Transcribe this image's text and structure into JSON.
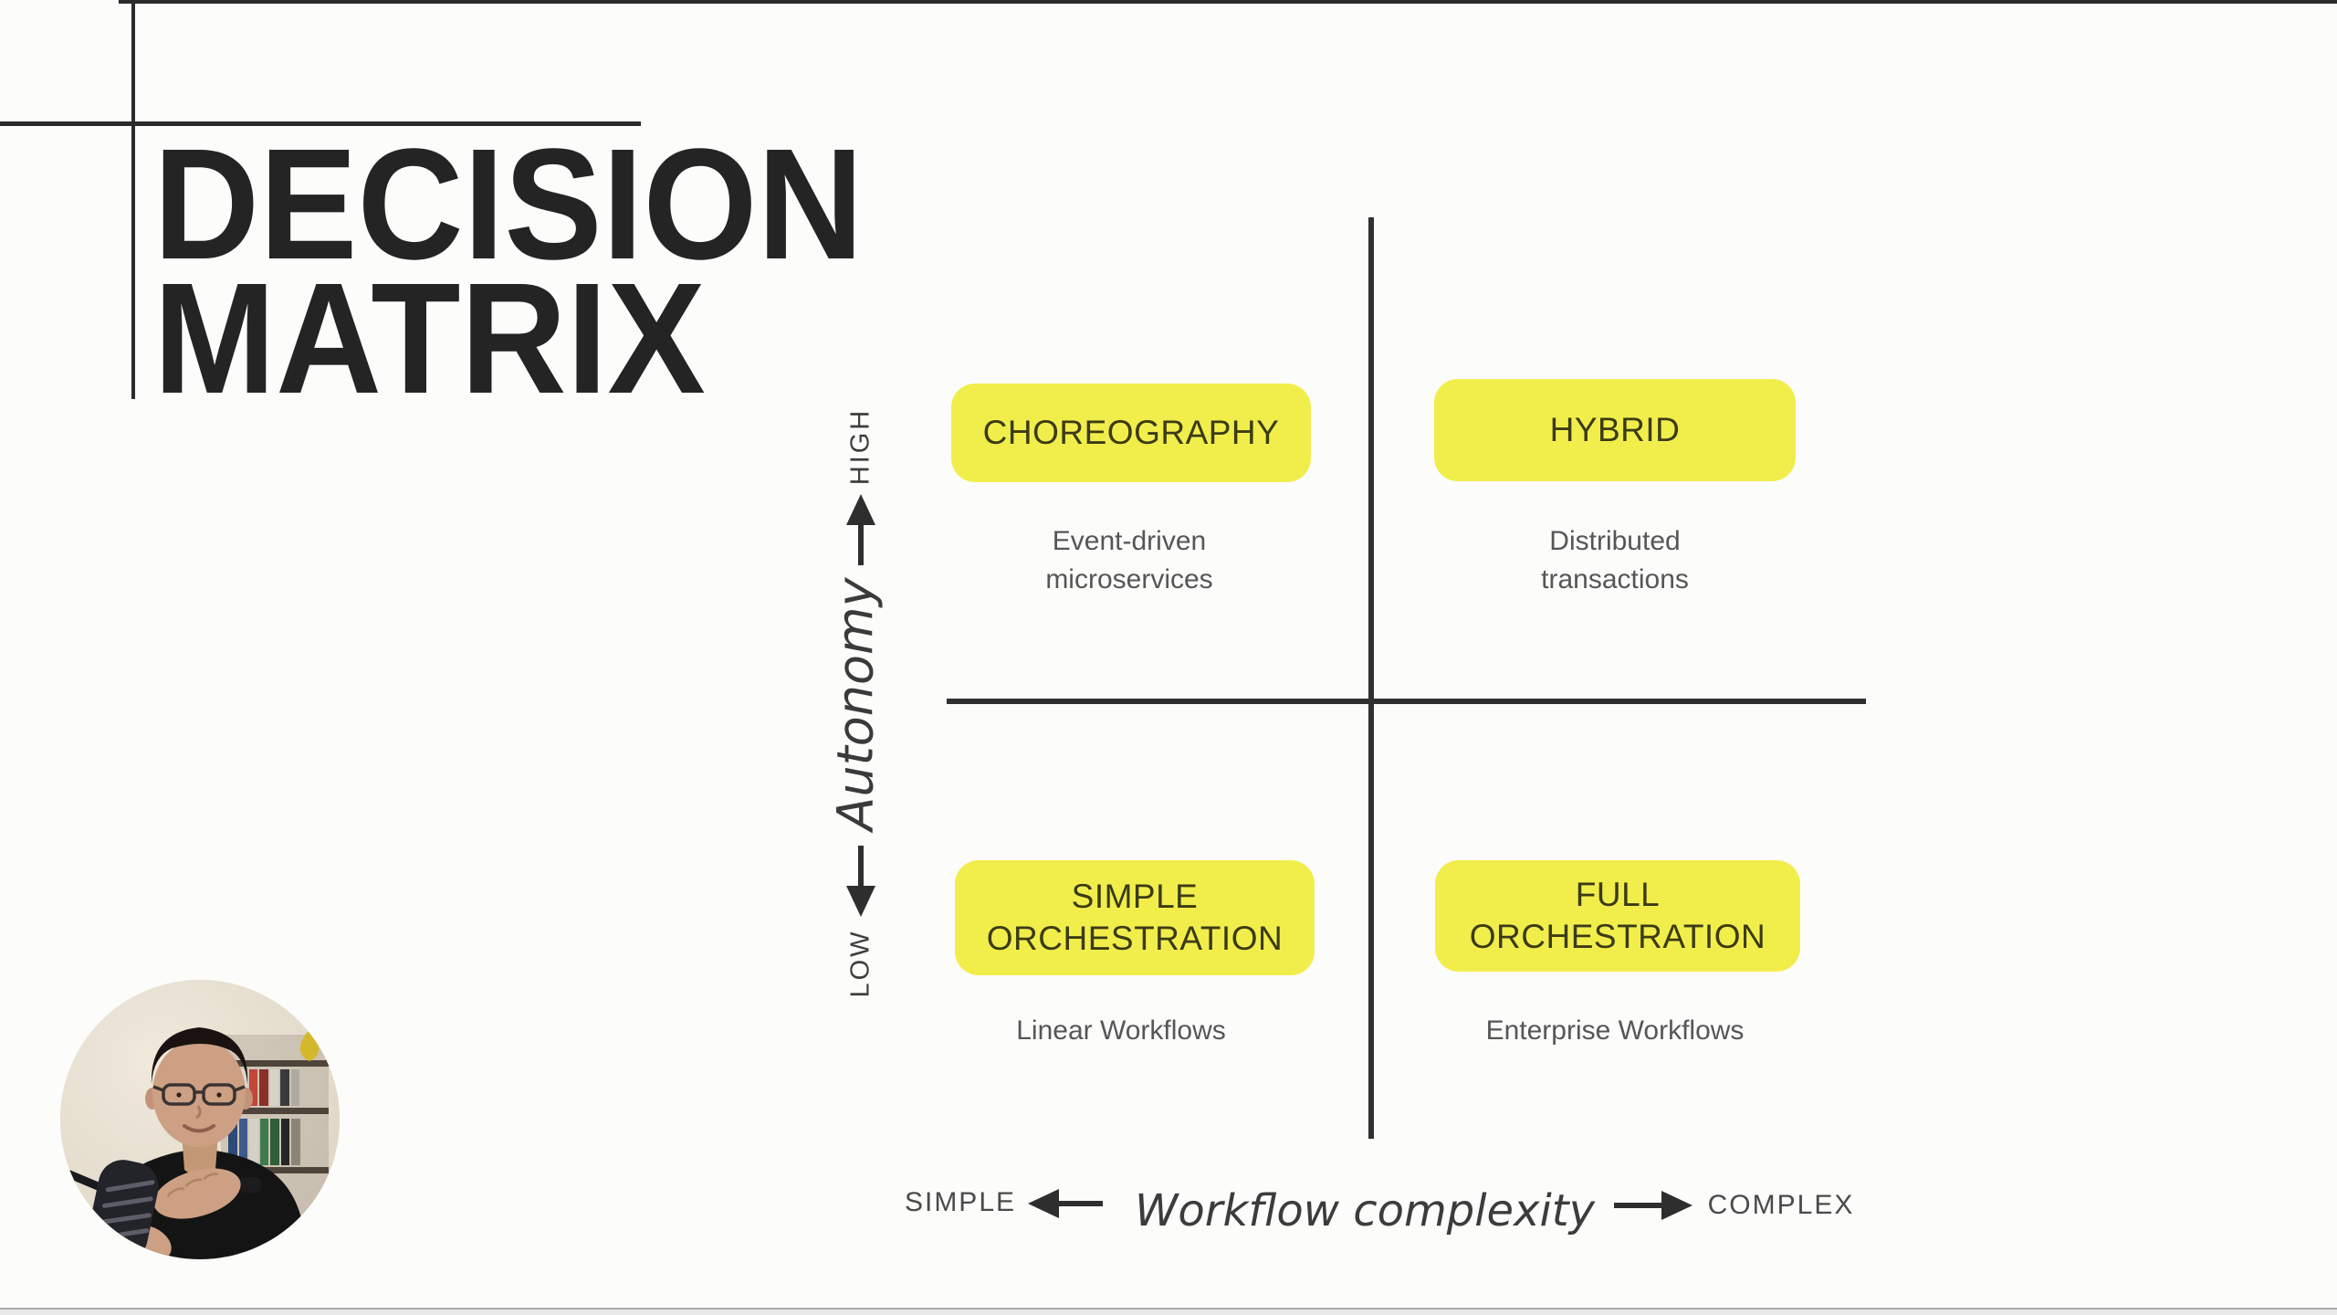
{
  "slide": {
    "title_line1": "DECISION",
    "title_line2": "MATRIX"
  },
  "matrix": {
    "quadrants": [
      {
        "position": "top-left",
        "label_lines": [
          "CHOREOGRAPHY"
        ],
        "caption_lines": [
          "Event-driven",
          "microservices"
        ]
      },
      {
        "position": "top-right",
        "label_lines": [
          "HYBRID"
        ],
        "caption_lines": [
          "Distributed",
          "transactions"
        ]
      },
      {
        "position": "bottom-left",
        "label_lines": [
          "SIMPLE",
          "ORCHESTRATION"
        ],
        "caption_lines": [
          "Linear Workflows"
        ]
      },
      {
        "position": "bottom-right",
        "label_lines": [
          "FULL ORCHESTRATION"
        ],
        "caption_lines": [
          "Enterprise Workflows"
        ]
      }
    ]
  },
  "axes": {
    "y": {
      "label": "Autonomy",
      "top": "HIGH",
      "bottom": "LOW"
    },
    "x": {
      "label": "Workflow complexity",
      "left": "SIMPLE",
      "right": "COMPLEX"
    }
  },
  "colors": {
    "highlight_yellow": "#f1ee4c",
    "ink": "#2b2b2b",
    "axis_line": "#303030",
    "caption_gray": "#565656"
  }
}
